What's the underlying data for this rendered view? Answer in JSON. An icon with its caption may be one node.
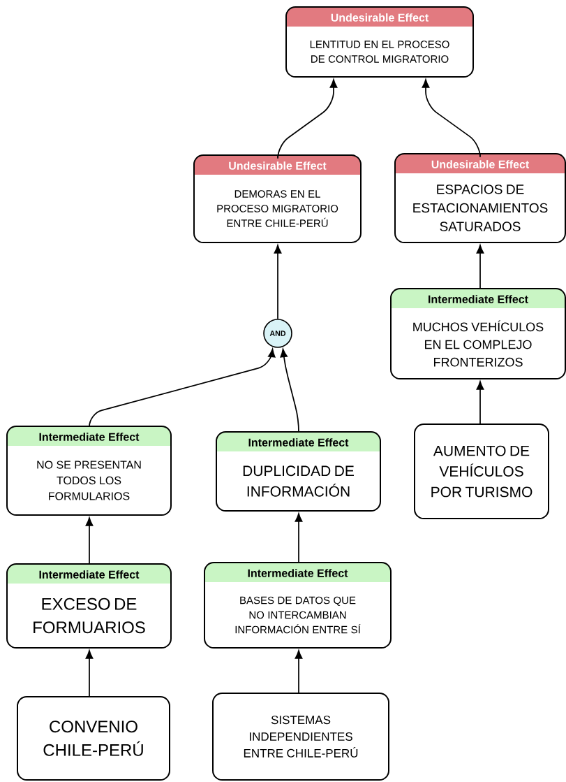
{
  "diagram": {
    "nodes": [
      {
        "text": [
          "Undesirable Effect",
          "LENTITUD EN EL PROCESO DE CONTROL MIGRATORIO"
        ]
      },
      {
        "text": [
          "Undesirable Effect",
          "DEMORAS EN EL PROCESO MIGRATORIO ENTRE CHILE-PERÚ"
        ]
      },
      {
        "text": [
          "Undesirable Effect",
          "ESPACIOS DE ESTACIONAMIENTOS SATURADOS"
        ]
      },
      {
        "text": [
          "AND"
        ]
      },
      {
        "text": [
          "Intermediate Effect",
          "MUCHOS VEHÍCULOS EN EL COMPLEJO FRONTERIZOS"
        ]
      },
      {
        "text": [
          "Intermediate Effect",
          "NO SE PRESENTAN TODOS LOS FORMULARIOS"
        ]
      },
      {
        "text": [
          "Intermediate Effect",
          "DUPLICIDAD DE INFORMACIÓN"
        ]
      },
      {
        "text": [
          "AUMENTO DE VEHÍCULOS POR TURISMO"
        ]
      },
      {
        "text": [
          "Intermediate Effect",
          "EXCESO DE FORMUARIOS"
        ]
      },
      {
        "text": [
          "Intermediate Effect",
          "BASES DE DATOS QUE NO INTERCAMBIAN INFORMACIÓN ENTRE SÍ"
        ]
      },
      {
        "text": [
          "CONVENIO CHILE-PERÚ"
        ]
      },
      {
        "text": [
          "SISTEMAS INDEPENDIENTES ENTRE CHILE-PERÚ"
        ]
      }
    ],
    "edges": [
      {
        "from": 1,
        "to": 0,
        "arrow": "to"
      },
      {
        "from": 2,
        "to": 0,
        "arrow": "to"
      },
      {
        "from": 3,
        "to": 1,
        "arrow": "to"
      },
      {
        "from": 5,
        "to": 3,
        "arrow": "to"
      },
      {
        "from": 6,
        "to": 3,
        "arrow": "to"
      },
      {
        "from": 4,
        "to": 2,
        "arrow": "to"
      },
      {
        "from": 7,
        "to": 4,
        "arrow": "to"
      },
      {
        "from": 8,
        "to": 5,
        "arrow": "to"
      },
      {
        "from": 9,
        "to": 6,
        "arrow": "to"
      },
      {
        "from": 10,
        "to": 8,
        "arrow": "to"
      },
      {
        "from": 11,
        "to": 9,
        "arrow": "to"
      }
    ]
  }
}
